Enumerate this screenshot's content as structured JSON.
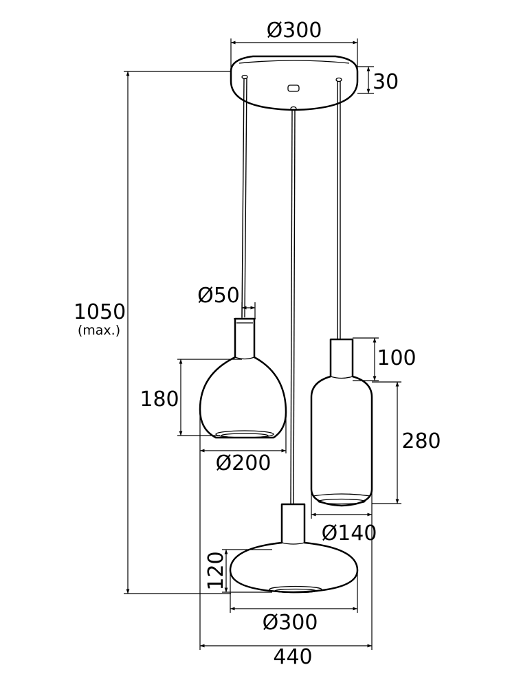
{
  "dimensions": {
    "canopy_diameter": "Ø300",
    "canopy_height": "30",
    "total_height": "1050",
    "total_height_note": "(max.)",
    "globe_neck_diameter": "Ø50",
    "globe_height": "180",
    "globe_diameter": "Ø200",
    "cylinder_neck_height": "100",
    "cylinder_height": "280",
    "cylinder_diameter": "Ø140",
    "dome_height": "120",
    "dome_diameter": "Ø300",
    "overall_width": "440"
  }
}
